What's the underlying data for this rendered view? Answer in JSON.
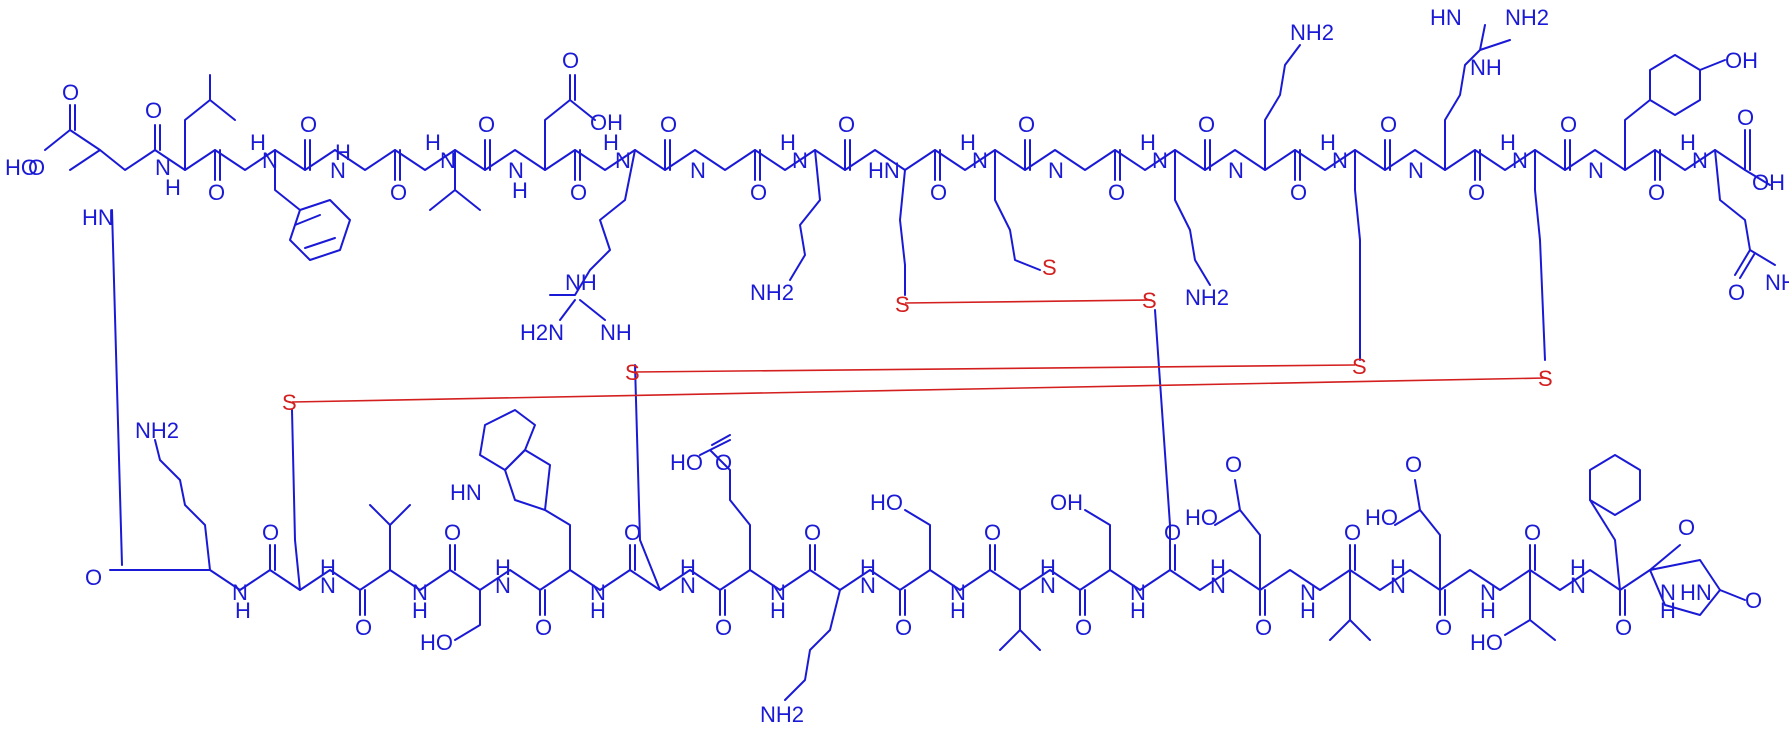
{
  "diagram": {
    "type": "peptide-structure",
    "colors": {
      "bond": "#1a1ad6",
      "disulfide": "#d41f1f",
      "background": "#ffffff"
    },
    "labels": {
      "hooh": "HO",
      "o": "O",
      "oh": "OH",
      "hn": "HN",
      "nh": "NH",
      "h": "H",
      "n": "N",
      "nh2": "NH2",
      "h2n": "H2N",
      "s": "S"
    }
  }
}
